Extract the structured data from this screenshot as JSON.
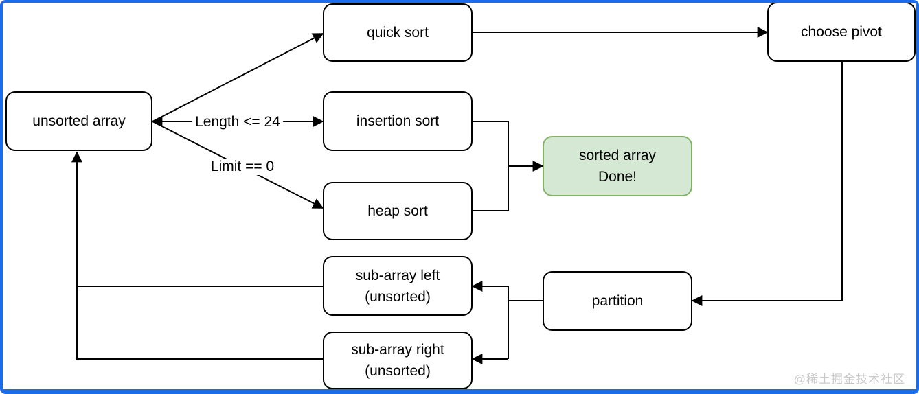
{
  "frame": {
    "border_color": "#1b6ce8"
  },
  "diagram": {
    "nodes": {
      "unsorted_array": {
        "label": "unsorted array"
      },
      "quick_sort": {
        "label": "quick sort"
      },
      "insertion_sort": {
        "label": "insertion sort"
      },
      "heap_sort": {
        "label": "heap sort"
      },
      "sorted_array_done": {
        "line1": "sorted array",
        "line2": "Done!",
        "fill": "#d5e8d4",
        "border": "#82b366"
      },
      "choose_pivot": {
        "label": "choose pivot"
      },
      "partition": {
        "label": "partition"
      },
      "sub_array_left": {
        "line1": "sub-array left",
        "line2": "(unsorted)"
      },
      "sub_array_right": {
        "line1": "sub-array right",
        "line2": "(unsorted)"
      }
    },
    "edge_labels": {
      "length_condition": "Length <= 24",
      "limit_condition": "Limit == 0"
    },
    "colors": {
      "node_fill": "#ffffff",
      "node_border": "#000000",
      "connector": "#000000"
    }
  },
  "watermark": {
    "text": "@稀土掘金技术社区",
    "color": "#c9c9c9"
  }
}
